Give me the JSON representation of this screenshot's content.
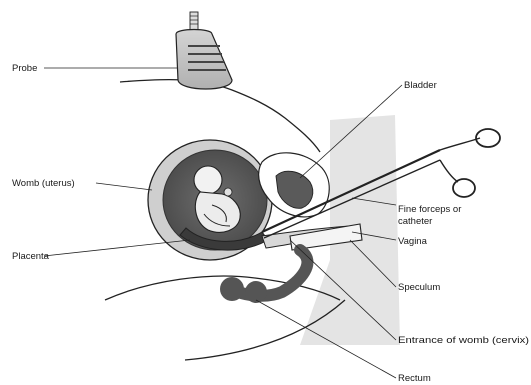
{
  "labels": {
    "probe": "Probe",
    "womb": "Womb (uterus)",
    "placenta": "Placenta",
    "bladder": "Bladder",
    "forceps_line1": "Fine forceps or",
    "forceps_line2": "catheter",
    "vagina": "Vagina",
    "speculum": "Speculum",
    "cervix": "Entrance of womb (cervix)",
    "rectum": "Rectum"
  }
}
